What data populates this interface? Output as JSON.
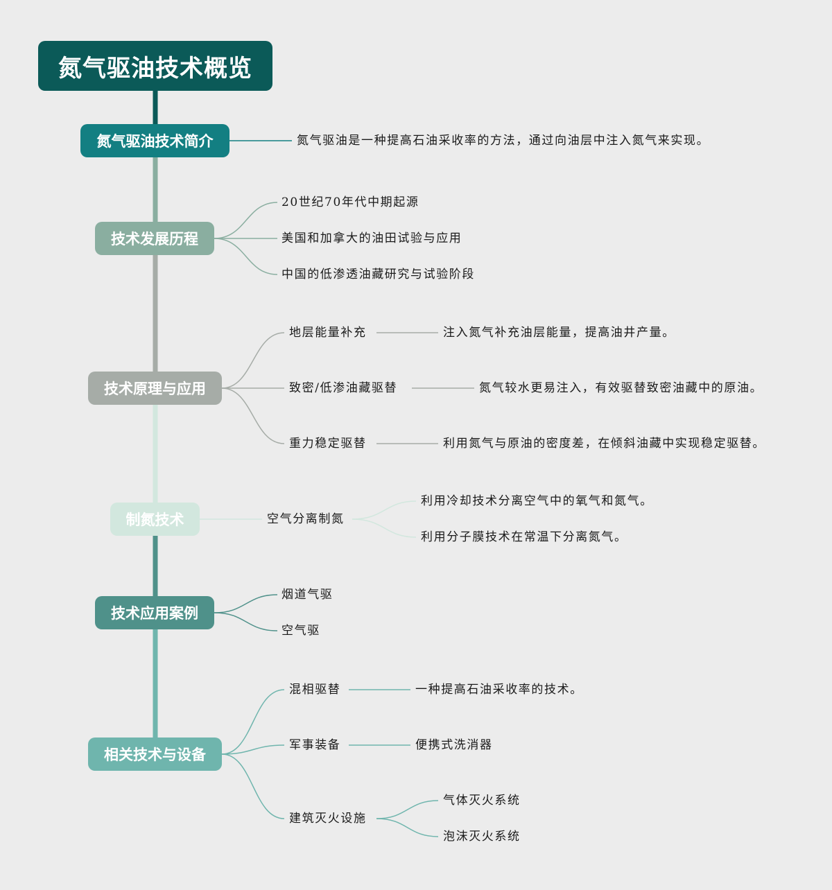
{
  "title": "氮气驱油技术概览",
  "branches": [
    {
      "label": "氮气驱油技术简介",
      "color": "#137f82",
      "children": [
        "氮气驱油是一种提高石油采收率的方法，通过向油层中注入氮气来实现。"
      ]
    },
    {
      "label": "技术发展历程",
      "color": "#8aaea0",
      "children": [
        "20世纪70年代中期起源",
        "美国和加拿大的油田试验与应用",
        "中国的低渗透油藏研究与试验阶段"
      ]
    },
    {
      "label": "技术原理与应用",
      "color": "#a6aca7",
      "children": [
        {
          "label": "地层能量补充",
          "detail": "注入氮气补充油层能量，提高油井产量。"
        },
        {
          "label": "致密/低渗油藏驱替",
          "detail": "氮气较水更易注入，有效驱替致密油藏中的原油。"
        },
        {
          "label": "重力稳定驱替",
          "detail": "利用氮气与原油的密度差，在倾斜油藏中实现稳定驱替。"
        }
      ]
    },
    {
      "label": "制氮技术",
      "color": "#d2e7de",
      "children": [
        {
          "label": "空气分离制氮",
          "subs": [
            "利用冷却技术分离空气中的氧气和氮气。",
            "利用分子膜技术在常温下分离氮气。"
          ]
        }
      ]
    },
    {
      "label": "技术应用案例",
      "color": "#4f918a",
      "children": [
        "烟道气驱",
        "空气驱"
      ]
    },
    {
      "label": "相关技术与设备",
      "color": "#6fb5ad",
      "children": [
        {
          "label": "混相驱替",
          "detail": "一种提高石油采收率的技术。"
        },
        {
          "label": "军事装备",
          "detail": "便携式洗消器"
        },
        {
          "label": "建筑灭火设施",
          "subs": [
            "气体灭火系统",
            "泡沫灭火系统"
          ]
        }
      ]
    }
  ]
}
